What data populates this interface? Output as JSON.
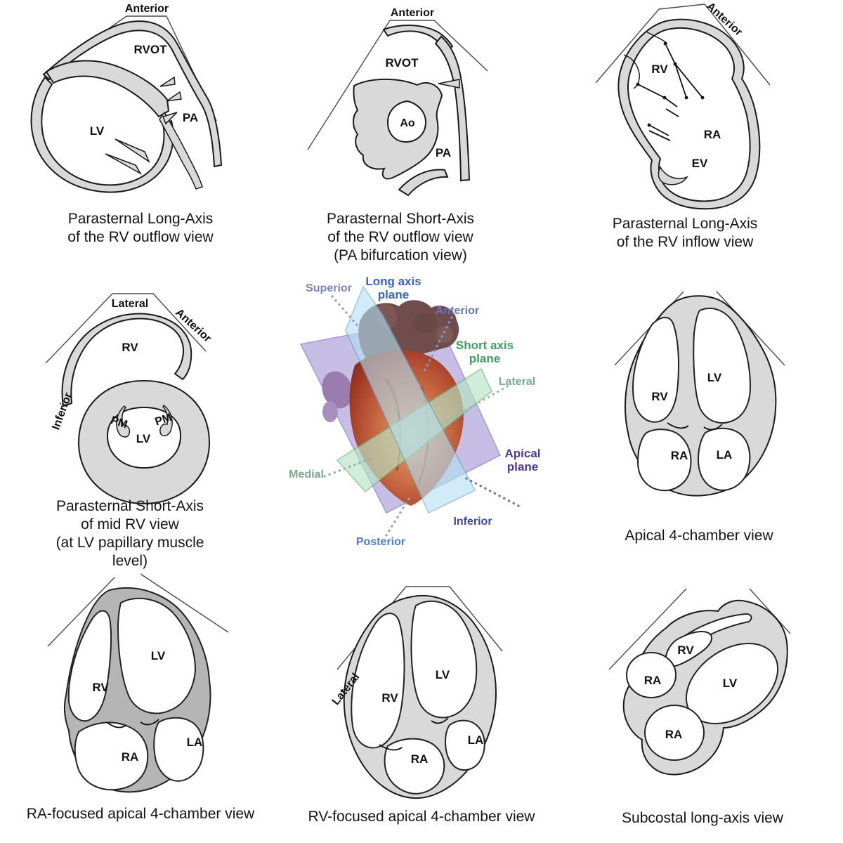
{
  "style_colors": {
    "background": "#ffffff",
    "wall_gray_light": "#d9d9d9",
    "wall_gray_dark": "#b5b5b5",
    "outline": "#1a1a1a",
    "caption_color": "#141414"
  },
  "panels": {
    "p1": {
      "caption": [
        "Parasternal Long-Axis",
        "of the RV outflow view"
      ],
      "orientation": "Anterior",
      "labels": {
        "rvot": "RVOT",
        "pa": "PA",
        "lv": "LV"
      }
    },
    "p2": {
      "caption": [
        "Parasternal Short-Axis",
        "of the RV outflow view",
        "(PA bifurcation view)"
      ],
      "orientation": "Anterior",
      "labels": {
        "rvot": "RVOT",
        "ao": "Ao",
        "pa": "PA"
      }
    },
    "p3": {
      "caption": [
        "Parasternal Long-Axis",
        "of the RV inflow view"
      ],
      "orientation": "Anterior",
      "labels": {
        "rv": "RV",
        "ra": "RA",
        "ev": "EV"
      }
    },
    "p4": {
      "caption": [
        "Parasternal Short-Axis",
        "of mid RV view",
        "(at LV papillary muscle",
        "level)"
      ],
      "orientations": {
        "top": "Lateral",
        "right": "Anterior",
        "left": "Inferior"
      },
      "labels": {
        "rv": "RV",
        "lv": "LV",
        "pm_left": "PM",
        "pm_right": "PM"
      }
    },
    "p5": {
      "planes": {
        "long_axis": {
          "lines": [
            "Long axis",
            "plane"
          ],
          "color": "#3a64b5",
          "fill": "#b5e0f2"
        },
        "short_axis": {
          "lines": [
            "Short axis",
            "plane"
          ],
          "color": "#3f9e5f",
          "fill": "#b8e4c6"
        },
        "apical": {
          "lines": [
            "Apical",
            "plane"
          ],
          "color": "#4a3d96",
          "fill": "#b9aede"
        }
      },
      "directions": {
        "superior": {
          "label": "Superior",
          "color": "#7a84b8"
        },
        "anterior": {
          "label": "Anterior",
          "color": "#6673c0"
        },
        "lateral": {
          "label": "Lateral",
          "color": "#74ab8d"
        },
        "medial": {
          "label": "Medial",
          "color": "#7fa78f"
        },
        "inferior": {
          "label": "Inferior",
          "color": "#3c4a9b"
        },
        "posterior": {
          "label": "Posterior",
          "color": "#4d7bc5"
        }
      }
    },
    "p6": {
      "caption": [
        "Apical 4-chamber view"
      ],
      "labels": {
        "rv": "RV",
        "lv": "LV",
        "ra": "RA",
        "la": "LA"
      }
    },
    "p7": {
      "caption": [
        "RA-focused apical 4-chamber view"
      ],
      "labels": {
        "lv": "LV",
        "rv": "RV",
        "ra": "RA",
        "la": "LA"
      }
    },
    "p8": {
      "caption": [
        "RV-focused apical 4-chamber view"
      ],
      "orientation": "Lateral",
      "labels": {
        "rv": "RV",
        "lv": "LV",
        "ra": "RA",
        "la": "LA"
      }
    },
    "p9": {
      "caption": [
        "Subcostal long-axis view"
      ],
      "labels": {
        "rv": "RV",
        "ra_upper": "RA",
        "lv": "LV",
        "ra_lower": "RA"
      }
    }
  }
}
